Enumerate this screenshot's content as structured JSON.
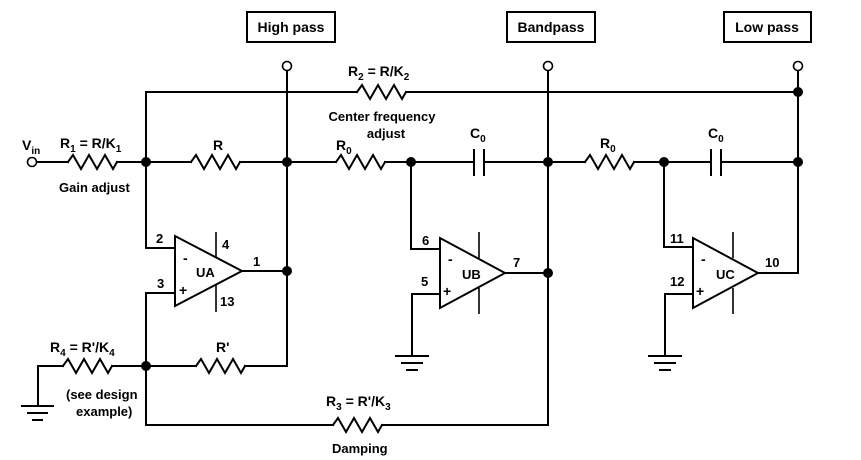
{
  "outputs": {
    "high_pass": "High pass",
    "bandpass": "Bandpass",
    "low_pass": "Low pass"
  },
  "input": {
    "label": "V",
    "sub": "in"
  },
  "components": {
    "r1": {
      "name": "R",
      "sub": "1",
      "eq": " = R/K",
      "eq_sub": "1",
      "caption": "Gain adjust"
    },
    "r": {
      "name": "R"
    },
    "r2": {
      "name": "R",
      "sub": "2",
      "eq": " = R/K",
      "eq_sub": "2",
      "caption_line1": "Center frequency",
      "caption_line2": "adjust"
    },
    "r0_a": {
      "name": "R",
      "sub": "0"
    },
    "c0_a": {
      "name": "C",
      "sub": "0"
    },
    "r0_b": {
      "name": "R",
      "sub": "0"
    },
    "c0_b": {
      "name": "C",
      "sub": "0"
    },
    "r4": {
      "name": "R",
      "sub": "4",
      "eq": " = R'/K",
      "eq_sub": "4",
      "caption_line1": "(see design",
      "caption_line2": "example)"
    },
    "r_prime": {
      "name": "R'"
    },
    "r3": {
      "name": "R",
      "sub": "3",
      "eq": " = R'/K",
      "eq_sub": "3",
      "caption": "Damping"
    }
  },
  "opamps": [
    {
      "name": "UA",
      "inv_pin": "2",
      "noninv_pin": "3",
      "out_pin": "1",
      "supply_top": "4",
      "supply_bottom": "13"
    },
    {
      "name": "UB",
      "inv_pin": "6",
      "noninv_pin": "5",
      "out_pin": "7"
    },
    {
      "name": "UC",
      "inv_pin": "11",
      "noninv_pin": "12",
      "out_pin": "10"
    }
  ],
  "symbols": {
    "minus": "-",
    "plus": "+"
  }
}
